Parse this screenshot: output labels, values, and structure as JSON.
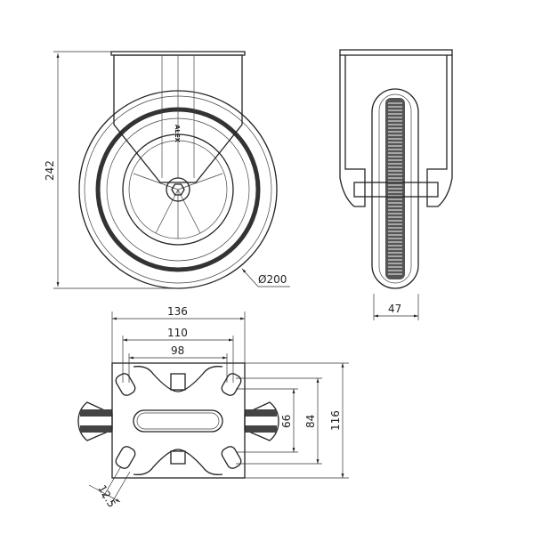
{
  "drawing": {
    "logo_text": "ALEX",
    "front_view": {
      "height_dim": "242",
      "diameter_dim": "Ø200"
    },
    "side_view": {
      "width_dim": "47"
    },
    "bottom_view": {
      "plate_width_dim": "136",
      "hole_spacing_outer_dim": "110",
      "hole_spacing_inner_dim": "98",
      "hole_spacing_v_inner_dim": "66",
      "hole_spacing_v_outer_dim": "84",
      "plate_height_dim": "116",
      "slot_dim": "12.5"
    }
  }
}
